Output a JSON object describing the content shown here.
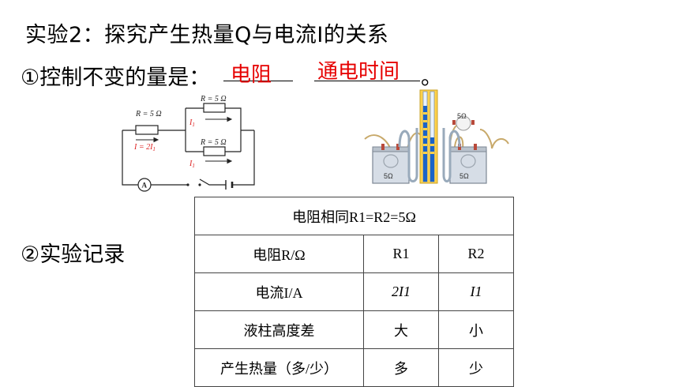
{
  "heading": {
    "title": "实验2：探究产生热量Q与电流I的关系"
  },
  "control": {
    "prompt": "①控制不变的量是：",
    "answer1": "电阻",
    "answer2": "通电时间",
    "period": "。"
  },
  "record": {
    "label": "②实验记录"
  },
  "circuit": {
    "top_resistor": "R = 5 Ω",
    "top_current": "I",
    "top_current_sub": "1",
    "left_resistor": "R = 5 Ω",
    "left_current": "I = 2I",
    "left_current_sub": "1",
    "bottom_resistor": "R = 5 Ω",
    "bottom_current": "I",
    "bottom_current_sub": "1",
    "ammeter": "A"
  },
  "apparatus": {
    "left_box": "5Ω",
    "right_box": "5Ω",
    "external_resistor": "5Ω"
  },
  "table": {
    "header": "电阻相同R1=R2=5Ω",
    "rows": [
      {
        "label": "电阻R/Ω",
        "r1": "R1",
        "r2": "R2"
      },
      {
        "label": "电流I/A",
        "r1": "2I1",
        "r2": "I1"
      },
      {
        "label": "液柱高度差",
        "r1": "大",
        "r2": "小"
      },
      {
        "label": "产生热量（多/少）",
        "r1": "多",
        "r2": "少"
      }
    ]
  },
  "colors": {
    "answer": "#e60000",
    "liquid": "#1a63c7",
    "tube": "#ffd24a",
    "wire": "#c8a96a"
  }
}
